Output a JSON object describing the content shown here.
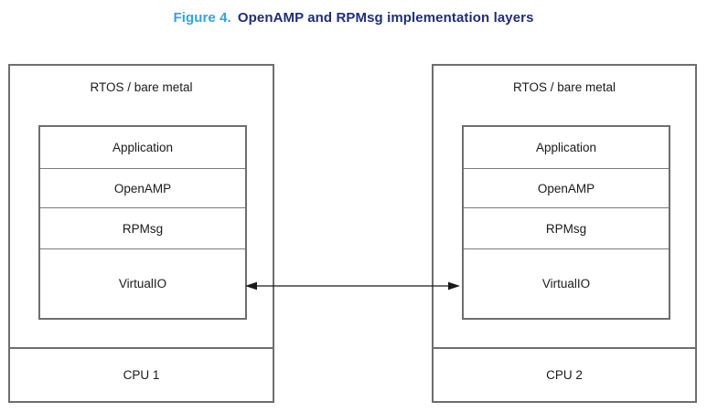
{
  "figure": {
    "caption": "Figure 4.",
    "title": "OpenAMP and RPMsg implementation layers"
  },
  "colors": {
    "caption_blue": "#35A2DB",
    "title_navy": "#1F2E78",
    "line_gray": "#6E6E6E",
    "text_ink": "#1A1A1A"
  },
  "boxes": [
    {
      "env": "RTOS / bare metal",
      "layers": [
        "Application",
        "OpenAMP",
        "RPMsg",
        "VirtualIO"
      ],
      "cpu": "CPU 1"
    },
    {
      "env": "RTOS / bare metal",
      "layers": [
        "Application",
        "OpenAMP",
        "RPMsg",
        "VirtualIO"
      ],
      "cpu": "CPU 2"
    }
  ],
  "connector": {
    "style": "double-headed-arrow",
    "connects": "VirtualIO (CPU 1) to VirtualIO (CPU 2)"
  }
}
